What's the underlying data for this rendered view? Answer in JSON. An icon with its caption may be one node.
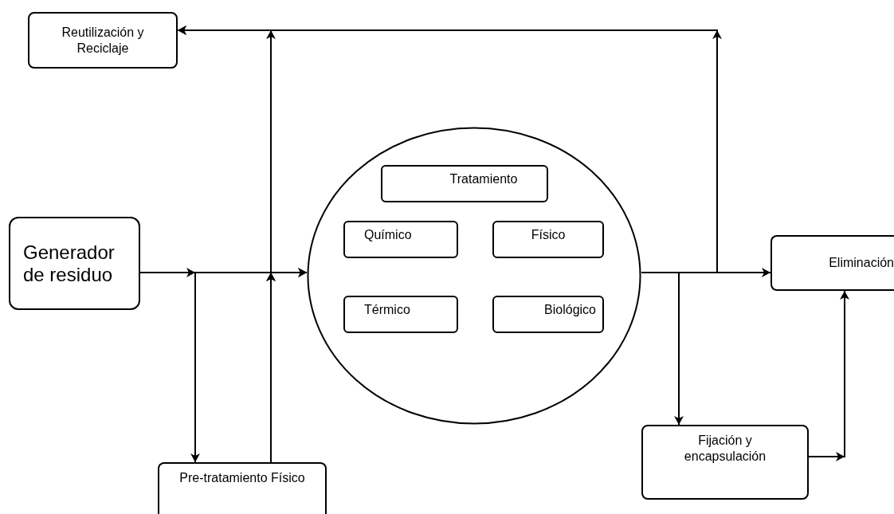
{
  "diagram": {
    "nodes": [
      {
        "text": [
          "Reutilización y Reciclaje"
        ]
      },
      {
        "text": [
          "Generador de residuo"
        ]
      },
      {
        "text": [],
        "shape": "circle"
      },
      {
        "text": [
          "Tratamiento"
        ],
        "in": 2
      },
      {
        "text": [
          "Químico"
        ],
        "in": 2
      },
      {
        "text": [
          "Físico"
        ],
        "in": 2
      },
      {
        "text": [
          "Térmico"
        ],
        "in": 2
      },
      {
        "text": [
          "Biológico"
        ],
        "in": 2
      },
      {
        "text": [
          "Eliminación"
        ]
      },
      {
        "text": [
          "Fijación y encapsulación"
        ]
      },
      {
        "text": [
          "Pre-tratamiento Físico"
        ]
      }
    ],
    "edges": [
      {
        "from": 1,
        "to": 2,
        "arrow": "to"
      },
      {
        "from": 1,
        "to": 10,
        "arrow": "to"
      },
      {
        "from": 10,
        "to": 2,
        "arrow": "to"
      },
      {
        "from": 10,
        "to": 0,
        "arrow": "to"
      },
      {
        "from": 2,
        "to": 8,
        "arrow": "to"
      },
      {
        "from": 2,
        "to": 9,
        "arrow": "to"
      },
      {
        "from": 2,
        "to": 0,
        "arrow": "to"
      },
      {
        "from": 9,
        "to": 8,
        "arrow": "to"
      }
    ]
  }
}
